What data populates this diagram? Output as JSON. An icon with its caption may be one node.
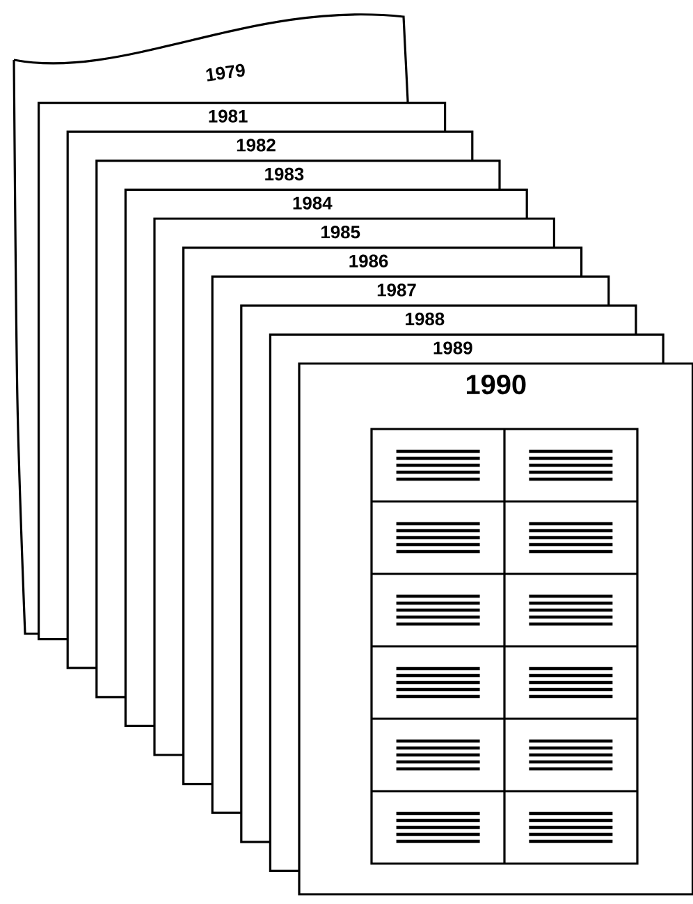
{
  "diagram": {
    "nodes": [
      {
        "text": [
          "1979"
        ]
      },
      {
        "text": [
          "1981"
        ]
      },
      {
        "text": [
          "1982"
        ]
      },
      {
        "text": [
          "1983"
        ]
      },
      {
        "text": [
          "1984"
        ]
      },
      {
        "text": [
          "1985"
        ]
      },
      {
        "text": [
          "1986"
        ]
      },
      {
        "text": [
          "1987"
        ]
      },
      {
        "text": [
          "1988"
        ]
      },
      {
        "text": [
          "1989"
        ]
      },
      {
        "text": [
          "1990"
        ]
      }
    ]
  }
}
